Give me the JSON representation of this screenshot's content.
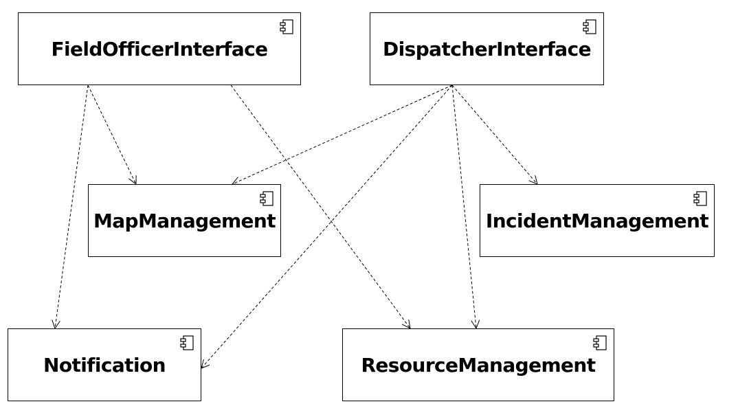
{
  "components": [
    {
      "id": "field",
      "name": "FieldOfficerInterface"
    },
    {
      "id": "dispatcher",
      "name": "DispatcherInterface"
    },
    {
      "id": "map",
      "name": "MapManagement"
    },
    {
      "id": "incident",
      "name": "IncidentManagement"
    },
    {
      "id": "notification",
      "name": "Notification"
    },
    {
      "id": "resource",
      "name": "ResourceManagement"
    }
  ],
  "dependencies": [
    {
      "from": "field",
      "to": "map"
    },
    {
      "from": "field",
      "to": "notification"
    },
    {
      "from": "field",
      "to": "resource"
    },
    {
      "from": "dispatcher",
      "to": "map"
    },
    {
      "from": "dispatcher",
      "to": "incident"
    },
    {
      "from": "dispatcher",
      "to": "notification"
    },
    {
      "from": "dispatcher",
      "to": "resource"
    }
  ],
  "style": {
    "line_color": "#000000",
    "box_border": "#000000",
    "background": "#ffffff"
  }
}
